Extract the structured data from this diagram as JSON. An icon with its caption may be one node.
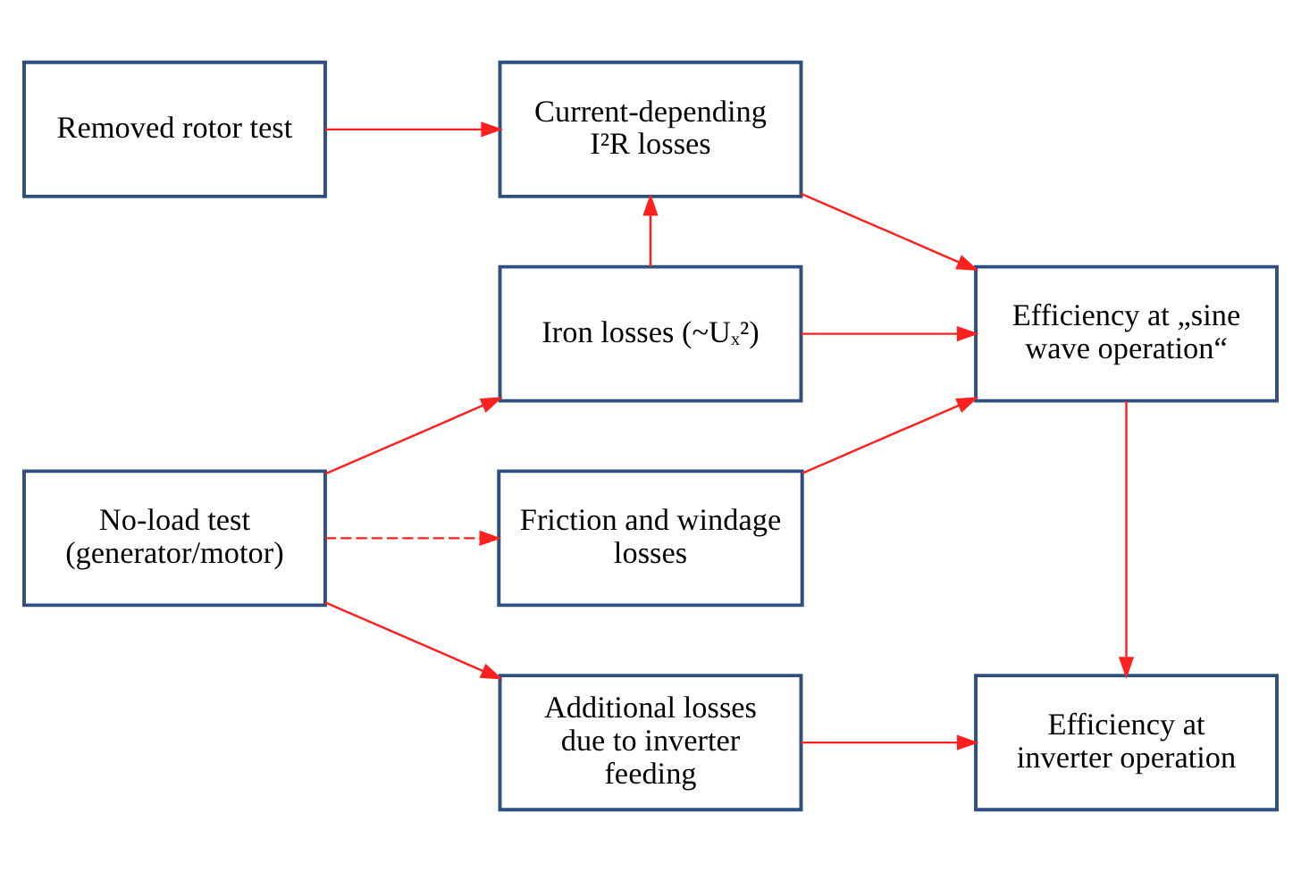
{
  "diagram": {
    "nodes": [
      {
        "text": [
          "Removed rotor test"
        ]
      },
      {
        "text": [
          "Current-depending I²R losses"
        ]
      },
      {
        "text": [
          "Iron losses (~Uₓ²)"
        ]
      },
      {
        "text": [
          "Efficiency at „sine wave operation“"
        ]
      },
      {
        "text": [
          "No-load test (generator/motor)"
        ]
      },
      {
        "text": [
          "Friction and windage losses"
        ]
      },
      {
        "text": [
          "Additional losses due to inverter feeding"
        ]
      },
      {
        "text": [
          "Efficiency at inverter operation"
        ]
      }
    ],
    "edges": [
      {
        "from": 0,
        "to": 1,
        "arrow": "to"
      },
      {
        "from": 2,
        "to": 1,
        "arrow": "to"
      },
      {
        "from": 1,
        "to": 3,
        "arrow": "to"
      },
      {
        "from": 2,
        "to": 3,
        "arrow": "to"
      },
      {
        "from": 5,
        "to": 3,
        "arrow": "to"
      },
      {
        "from": 4,
        "to": 2,
        "arrow": "to"
      },
      {
        "from": 4,
        "to": 5,
        "arrow": "to",
        "style": "dashed"
      },
      {
        "from": 4,
        "to": 6,
        "arrow": "to"
      },
      {
        "from": 6,
        "to": 7,
        "arrow": "to"
      },
      {
        "from": 3,
        "to": 7,
        "arrow": "to"
      }
    ]
  }
}
